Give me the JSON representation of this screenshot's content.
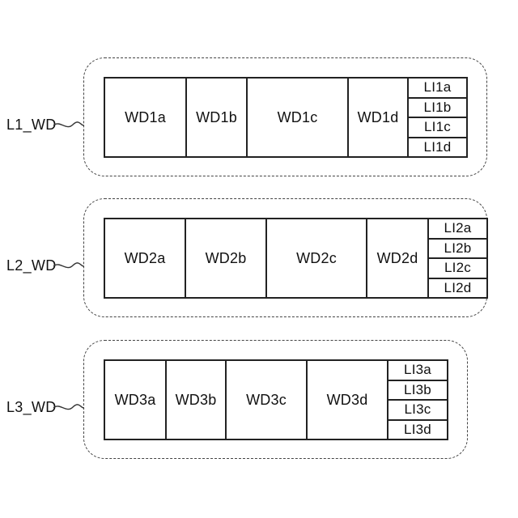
{
  "groups": [
    {
      "label": "L1_WD",
      "cells": [
        "WD1a",
        "WD1b",
        "WD1c",
        "WD1d"
      ],
      "li": [
        "LI1a",
        "LI1b",
        "LI1c",
        "LI1d"
      ]
    },
    {
      "label": "L2_WD",
      "cells": [
        "WD2a",
        "WD2b",
        "WD2c",
        "WD2d"
      ],
      "li": [
        "LI2a",
        "LI2b",
        "LI2c",
        "LI2d"
      ]
    },
    {
      "label": "L3_WD",
      "cells": [
        "WD3a",
        "WD3b",
        "WD3c",
        "WD3d"
      ],
      "li": [
        "LI3a",
        "LI3b",
        "LI3c",
        "LI3d"
      ]
    }
  ]
}
